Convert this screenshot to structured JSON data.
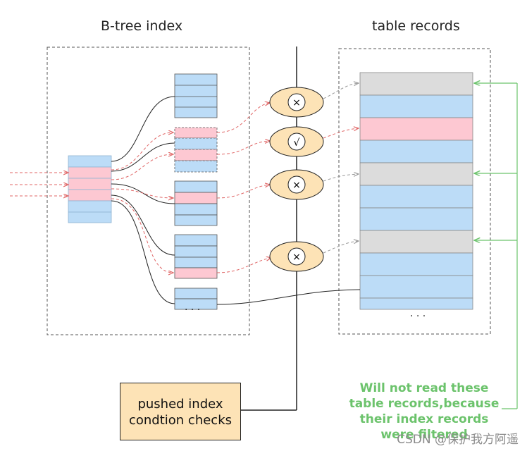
{
  "titles": {
    "index": "B-tree index",
    "table": "table records"
  },
  "pushed_box": {
    "line1": "pushed index",
    "line2": "condtion checks"
  },
  "note": {
    "line1": "Will not read these",
    "line2": "table records,because",
    "line3": "their index records",
    "line4": "were filtered"
  },
  "ellipsis": "· · ·",
  "checks": [
    "×",
    "√",
    "×",
    "×"
  ],
  "watermark": "CSDN @保护我方阿遥",
  "colors": {
    "blue": "#bcdcf7",
    "pink": "#fdc8d2",
    "gray": "#dcdcdc",
    "orange": "#fde3b6",
    "green": "#6cc36c",
    "red": "#e06666"
  }
}
